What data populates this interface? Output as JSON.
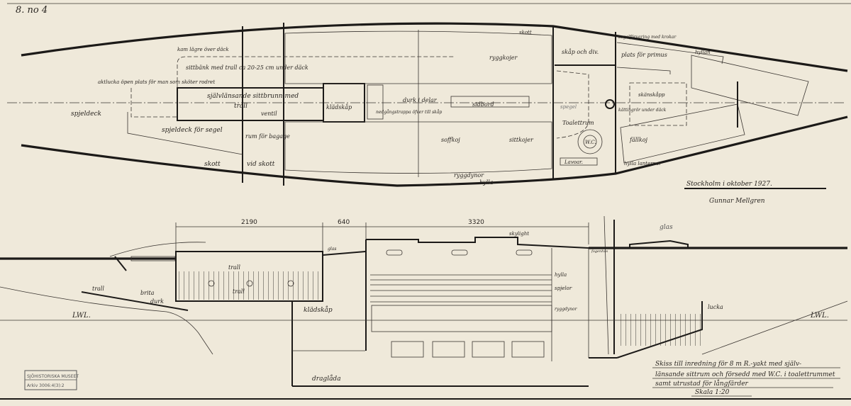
{
  "sheet_number": "8. no 4",
  "plan_labels": {
    "spjeldeck": "spjeldeck",
    "ankarlucka": "aktlucka öpen plats för man som sköter rodret",
    "kam_lagre": "kam lägre över däck",
    "sittbank": "sittbänk med trall ca 20-25 cm under däck",
    "sittbrunn": "självlänsande sittbrunn med",
    "trall": "trall",
    "ventil": "ventil",
    "spjeldeck_segel": "spjeldeck för segel",
    "rum_bagage": "rum för bagage",
    "skott": "skott",
    "vid_skott": "vid skott",
    "kladskap": "klädskåp",
    "nedgang": "nedgångstrappa öfver till skåp",
    "durk": "durk i delar",
    "sidbord": "sidbord",
    "ryggkojer": "ryggkojer",
    "soffkoj": "soffkoj",
    "sittkojer": "sittkojer",
    "ryggdynor": "ryggdynor",
    "hylla": "hylla",
    "skott2": "skott",
    "skap_div": "skåp och div.",
    "spegel": "spegel",
    "toalettrum": "Toalettrum",
    "wc": "W.C.",
    "lavoar": "Lavoar.",
    "segelforvaring": "segelförvaring med krokar",
    "plats_primus": "plats för primus",
    "hyllan": "hyllan",
    "skanskapp": "skänskåpp",
    "kettingror": "kättingrör under däck",
    "fallkoj": "fällkoj",
    "hylla_lanternor": "hylla lanternor"
  },
  "profile_labels": {
    "dim_1": "2190",
    "dim_2": "640",
    "dim_3": "3320",
    "trall_top": "trall",
    "trall_mid": "trall",
    "trall_left": "trall",
    "brita": "brita",
    "durk": "durk",
    "lwl_left": "LWL.",
    "lwl_right": "LWL.",
    "kladskap": "klädskåp",
    "draglada": "draglåda",
    "glas_left": "glas",
    "skylight": "skylight",
    "hylla": "hylla",
    "spjelor": "spjelor",
    "ryggdynor": "ryggdynor",
    "fogenhus": "fogenhus",
    "glas_right": "glas",
    "lucka": "lucka"
  },
  "place_date": "Stockholm i oktober 1927.",
  "signature": "Gunnar Mellgren",
  "title_block": {
    "line1": "Skiss till inredning för 8 m R.-yakt med själv-",
    "line2": "länsande sittrum och försedd med W.C. i toalettrummet",
    "line3": "samt utrustad för långfärder",
    "scale": "Skala 1:20"
  },
  "stamp": {
    "line1": "SJÖHISTORISKA MUSEET",
    "line2": "Arkiv 3006:4(3):2"
  }
}
